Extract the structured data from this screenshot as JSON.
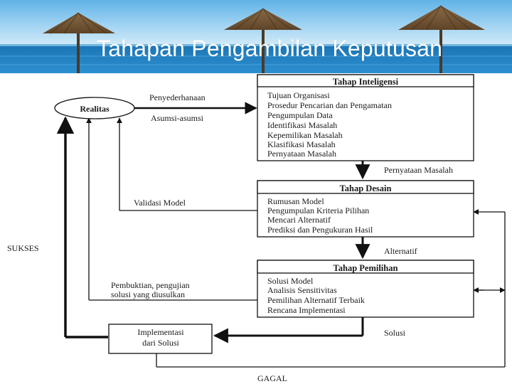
{
  "slide": {
    "title": "Tahapan Pengambilan Keputusan"
  },
  "diagram": {
    "realitas": "Realitas",
    "penyederhanaan": "Penyederhanaan",
    "asumsi": "Asumsi-asumsi",
    "validasi": "Validasi Model",
    "sukses": "SUKSES",
    "pembuktian_1": "Pembuktian, pengujian",
    "pembuktian_2": "solusi yang diusulkan",
    "gagal": "GAGAL",
    "intelijensi": {
      "header": "Tahap Inteligensi",
      "items": [
        "Tujuan Organisasi",
        "Prosedur Pencarian dan Pengamatan",
        "Pengumpulan Data",
        "Identifikasi Masalah",
        "Kepemilikan Masalah",
        "Klasifikasi Masalah",
        "Pernyataan Masalah"
      ]
    },
    "pernyataan_masalah": "Pernyataan Masalah",
    "desain": {
      "header": "Tahap Desain",
      "items": [
        "Rumusan Model",
        "Pengumpulan Kriteria Pilihan",
        "Mencari Alternatif",
        "Prediksi dan Pengukuran Hasil"
      ]
    },
    "alternatif": "Alternatif",
    "pemilihan": {
      "header": "Tahap Pemilihan",
      "items": [
        "Solusi Model",
        "Analisis Sensitivitas",
        "Pemilihan Alternatif Terbaik",
        "Rencana Implementasi"
      ]
    },
    "implementasi_1": "Implementasi",
    "implementasi_2": "dari Solusi",
    "solusi": "Solusi"
  }
}
